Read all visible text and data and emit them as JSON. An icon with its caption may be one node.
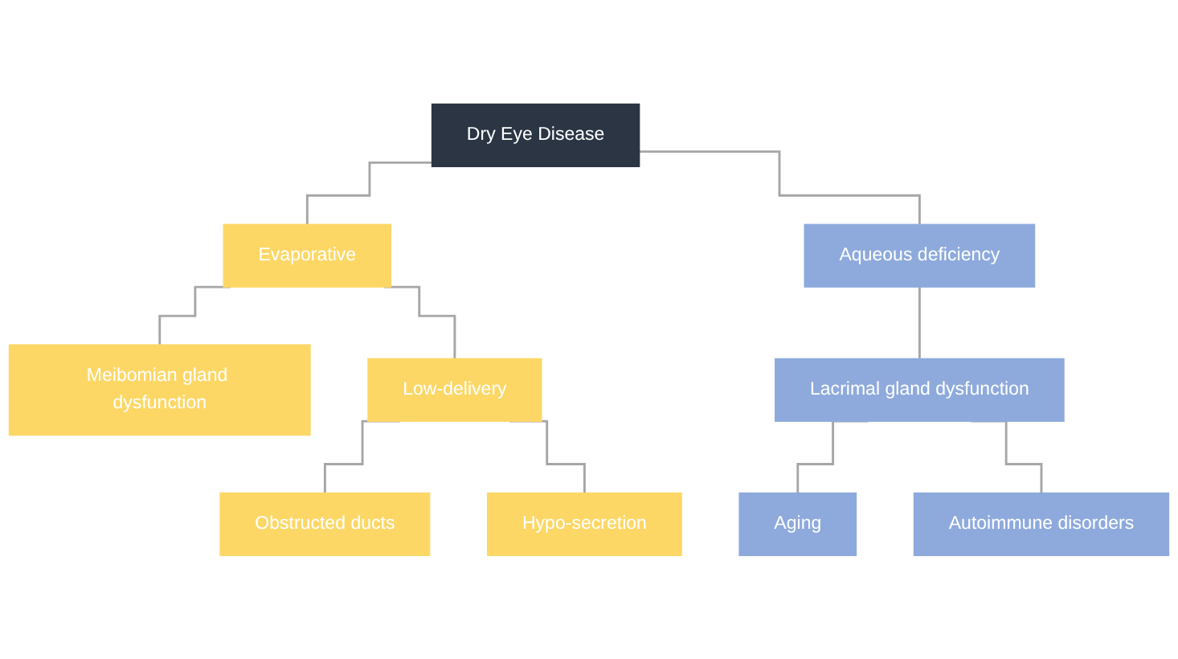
{
  "diagram": {
    "nodes": [
      {
        "text": [
          "Dry Eye Disease"
        ]
      },
      {
        "text": [
          "Evaporative"
        ]
      },
      {
        "text": [
          "Aqueous deficiency"
        ]
      },
      {
        "text": [
          "Meibomian gland dysfunction"
        ]
      },
      {
        "text": [
          "Low-delivery"
        ]
      },
      {
        "text": [
          "Lacrimal gland dysfunction"
        ]
      },
      {
        "text": [
          "Obstructed ducts"
        ]
      },
      {
        "text": [
          "Hypo-secretion"
        ]
      },
      {
        "text": [
          "Aging"
        ]
      },
      {
        "text": [
          "Autoimmune disorders"
        ]
      }
    ],
    "edges": [
      {
        "from": 0,
        "to": 1,
        "arrow": "none"
      },
      {
        "from": 0,
        "to": 2,
        "arrow": "none"
      },
      {
        "from": 1,
        "to": 3,
        "arrow": "none"
      },
      {
        "from": 1,
        "to": 4,
        "arrow": "none"
      },
      {
        "from": 2,
        "to": 5,
        "arrow": "none"
      },
      {
        "from": 4,
        "to": 6,
        "arrow": "none"
      },
      {
        "from": 4,
        "to": 7,
        "arrow": "none"
      },
      {
        "from": 5,
        "to": 8,
        "arrow": "none"
      },
      {
        "from": 5,
        "to": 9,
        "arrow": "none"
      }
    ]
  }
}
